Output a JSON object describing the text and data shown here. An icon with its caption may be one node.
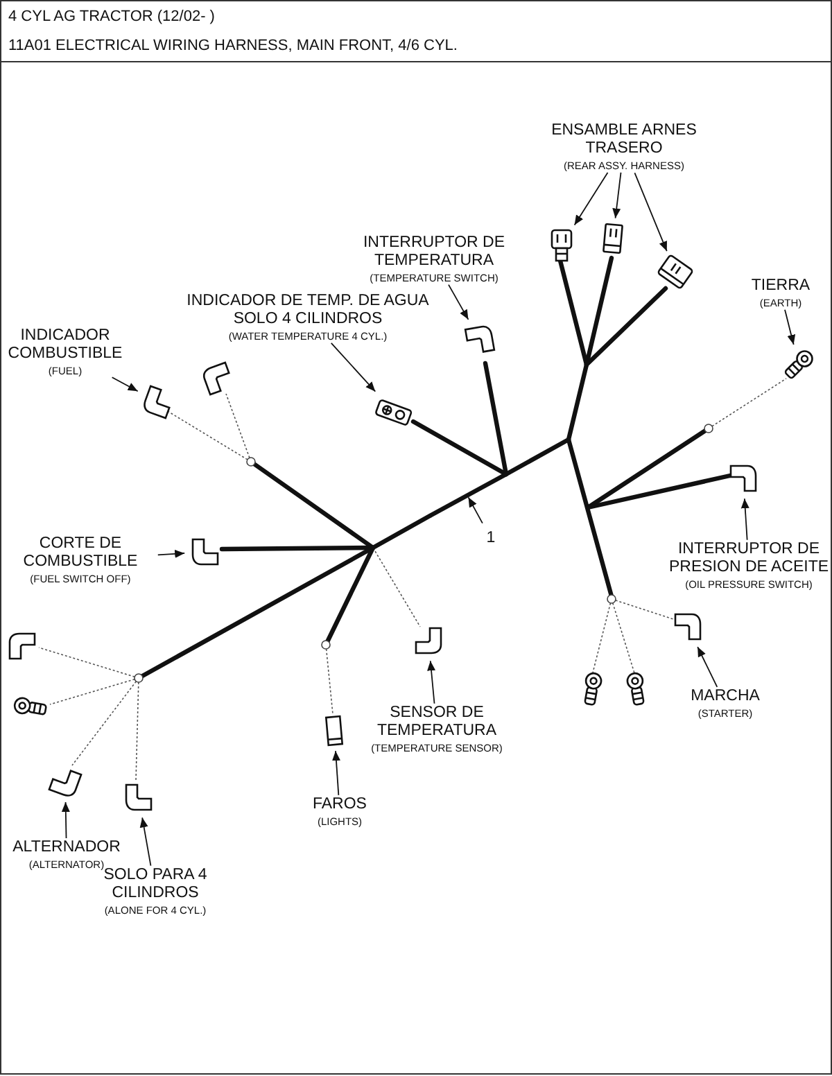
{
  "diagram": {
    "title": "4 CYL AG TRACTOR (12/02- )",
    "nodes": [
      {
        "text": [
          "ENSAMBLE ARNES TRASERO",
          "(REAR ASSY. HARNESS)"
        ]
      },
      {
        "text": [],
        "shape": "picture"
      },
      {
        "text": [],
        "shape": "picture"
      },
      {
        "text": [],
        "shape": "picture"
      },
      {
        "text": [
          "INTERRUPTOR DE TEMPERATURA",
          "(TEMPERATURE SWITCH)"
        ]
      },
      {
        "text": [],
        "shape": "picture"
      },
      {
        "text": [
          "TIERRA",
          "(EARTH)"
        ]
      },
      {
        "text": [],
        "shape": "picture"
      },
      {
        "text": [
          "INDICADOR DE TEMP. DE AGUA SOLO 4 CILINDROS",
          "(WATER TEMPERATURE 4 CYL.)"
        ]
      },
      {
        "text": [],
        "shape": "picture"
      },
      {
        "text": [
          "INDICADOR COMBUSTIBLE",
          "(FUEL)"
        ]
      },
      {
        "text": [],
        "shape": "picture"
      },
      {
        "text": [],
        "shape": "bar"
      },
      {
        "text": [
          "1"
        ]
      },
      {
        "text": [
          "CORTE DE COMBUSTIBLE",
          "(FUEL SWITCH OFF)"
        ]
      },
      {
        "text": [],
        "shape": "picture"
      },
      {
        "text": [
          "INTERRUPTOR DE PRESION DE ACEITE",
          "(OIL PRESSURE SWITCH)"
        ]
      },
      {
        "text": [],
        "shape": "picture"
      },
      {
        "text": [
          "SENSOR DE TEMPERATURA",
          "(TEMPERATURE SENSOR)"
        ]
      },
      {
        "text": [],
        "shape": "picture"
      },
      {
        "text": [
          "MARCHA",
          "(STARTER)"
        ]
      },
      {
        "text": [],
        "shape": "picture"
      },
      {
        "text": [
          "FAROS",
          "(LIGHTS)"
        ]
      },
      {
        "text": [],
        "shape": "picture"
      },
      {
        "text": [
          "ALTERNADOR",
          "(ALTERNATOR)"
        ]
      },
      {
        "text": [],
        "shape": "picture"
      },
      {
        "text": [
          "SOLO PARA 4 CILINDROS",
          "(ALONE FOR 4 CYL.)"
        ]
      },
      {
        "text": [],
        "shape": "picture"
      }
    ],
    "edges": [
      {
        "from": 0,
        "to": 1,
        "arrow": "to"
      },
      {
        "from": 0,
        "to": 2,
        "arrow": "to"
      },
      {
        "from": 0,
        "to": 3,
        "arrow": "to"
      },
      {
        "from": 4,
        "to": 5,
        "arrow": "to"
      },
      {
        "from": 6,
        "to": 7,
        "arrow": "to"
      },
      {
        "from": 8,
        "to": 9,
        "arrow": "to"
      },
      {
        "from": 10,
        "to": 11,
        "arrow": "to"
      },
      {
        "from": 13,
        "to": 12,
        "arrow": "to"
      },
      {
        "from": 14,
        "to": 15,
        "arrow": "to"
      },
      {
        "from": 16,
        "to": 17,
        "arrow": "to"
      },
      {
        "from": 18,
        "to": 19,
        "arrow": "to"
      },
      {
        "from": 20,
        "to": 21,
        "arrow": "to"
      },
      {
        "from": 22,
        "to": 23,
        "arrow": "to"
      },
      {
        "from": 24,
        "to": 25,
        "arrow": "to"
      },
      {
        "from": 26,
        "to": 27,
        "arrow": "to"
      }
    ],
    "labels": [
      "11A01 ELECTRICAL WIRING HARNESS, MAIN FRONT, 4/6 CYL."
    ]
  }
}
